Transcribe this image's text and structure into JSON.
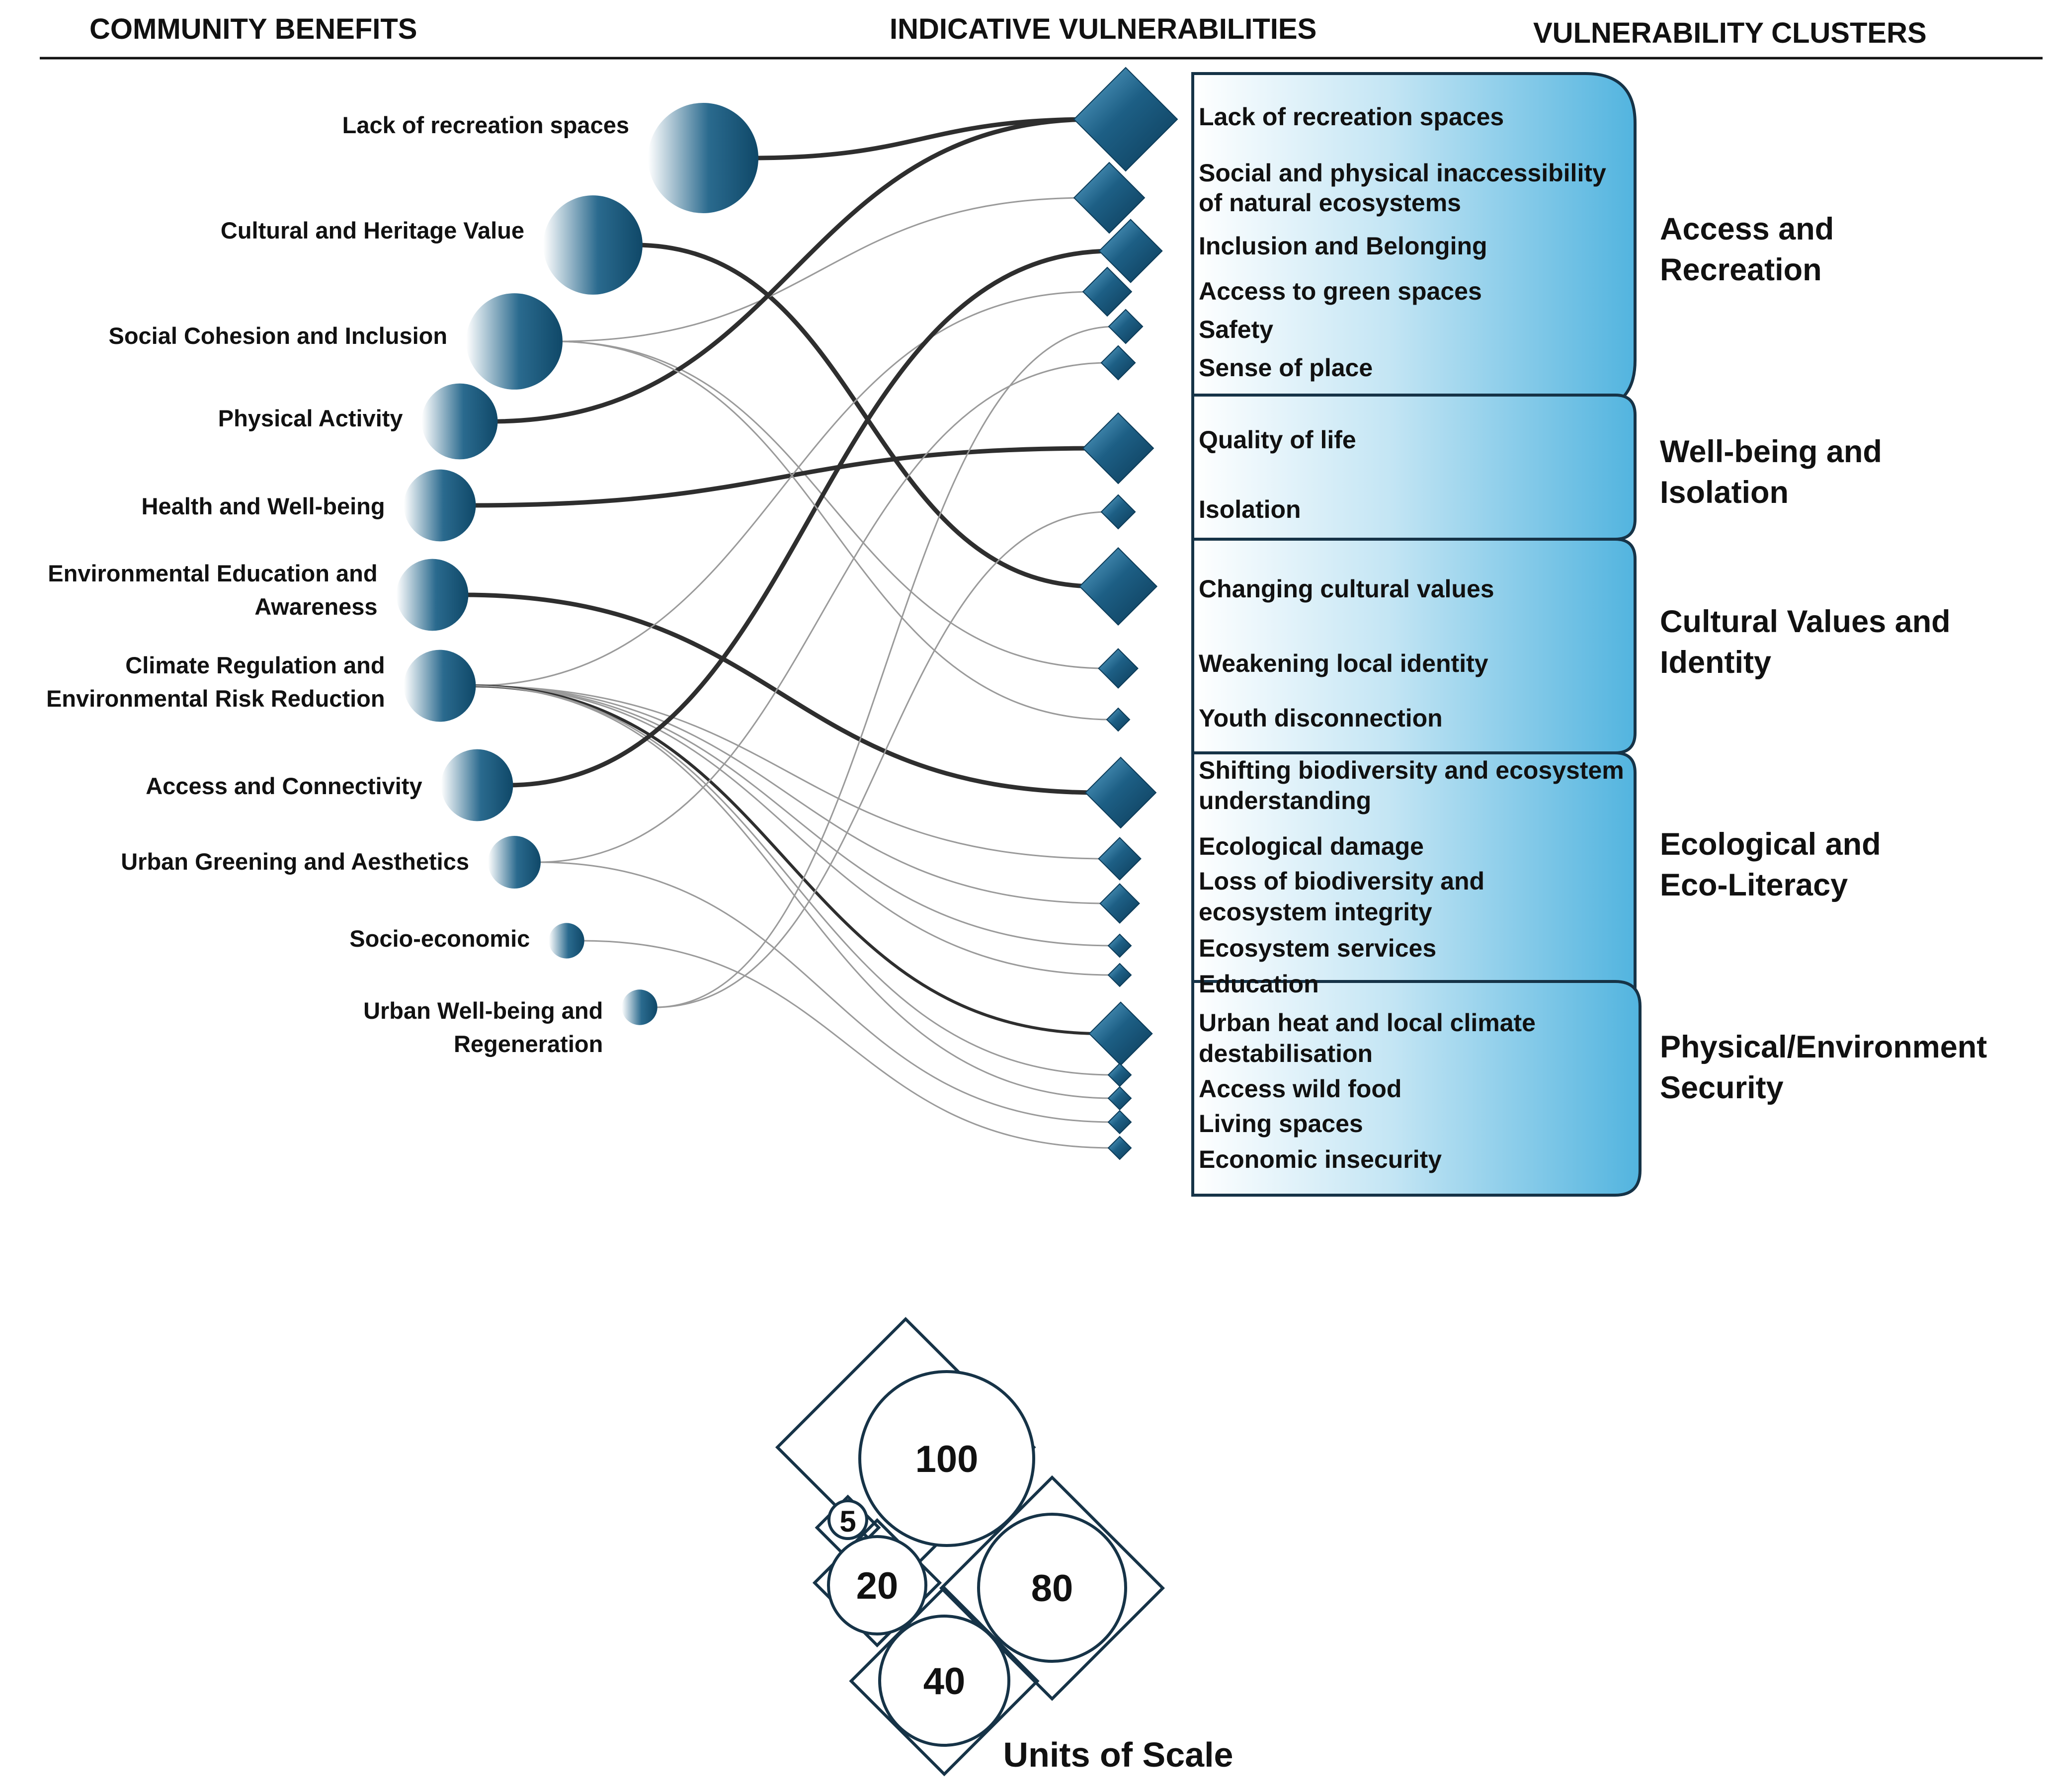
{
  "headers": {
    "benefits": "COMMUNITY BENEFITS",
    "vulnerabilities": "INDICATIVE VULNERABILITIES",
    "clusters": "VULNERABILITY CLUSTERS"
  },
  "benefits": [
    {
      "lines": [
        "Lack of recreation spaces"
      ],
      "size": 100
    },
    {
      "lines": [
        "Cultural and Heritage Value"
      ],
      "size": 80
    },
    {
      "lines": [
        "Social Cohesion and Inclusion"
      ],
      "size": 75
    },
    {
      "lines": [
        "Physical Activity"
      ],
      "size": 45
    },
    {
      "lines": [
        "Health and Well-being"
      ],
      "size": 40
    },
    {
      "lines": [
        "Environmental Education and",
        "Awareness"
      ],
      "size": 40
    },
    {
      "lines": [
        "Climate Regulation and",
        "Environmental Risk Reduction"
      ],
      "size": 40
    },
    {
      "lines": [
        "Access and Connectivity"
      ],
      "size": 40
    },
    {
      "lines": [
        "Urban Greening and Aesthetics"
      ],
      "size": 20
    },
    {
      "lines": [
        "Socio-economic"
      ],
      "size": 8
    },
    {
      "lines": [
        "Urban Well-being and",
        "Regeneration"
      ],
      "size": 8
    }
  ],
  "vulnerabilities": [
    {
      "lines": [
        "Lack of recreation spaces"
      ],
      "size": 100
    },
    {
      "lines": [
        "Social and physical inaccessibility",
        "of natural ecosystems"
      ],
      "size": 40
    },
    {
      "lines": [
        "Inclusion and Belonging"
      ],
      "size": 30
    },
    {
      "lines": [
        "Access to green spaces"
      ],
      "size": 15
    },
    {
      "lines": [
        "Safety"
      ],
      "size": 5
    },
    {
      "lines": [
        "Sense of place"
      ],
      "size": 5
    },
    {
      "lines": [
        "Quality of life"
      ],
      "size": 40
    },
    {
      "lines": [
        "Isolation"
      ],
      "size": 5
    },
    {
      "lines": [
        "Changing cultural values"
      ],
      "size": 50
    },
    {
      "lines": [
        "Weakening local identity"
      ],
      "size": 8
    },
    {
      "lines": [
        "Youth disconnection"
      ],
      "size": 1
    },
    {
      "lines": [
        "Shifting biodiversity and ecosystem",
        "understanding"
      ],
      "size": 40
    },
    {
      "lines": [
        "Ecological damage"
      ],
      "size": 10
    },
    {
      "lines": [
        "Loss of biodiversity and",
        "ecosystem integrity"
      ],
      "size": 8
    },
    {
      "lines": [
        "Ecosystem services"
      ],
      "size": 1
    },
    {
      "lines": [
        "Education"
      ],
      "size": 1
    },
    {
      "lines": [
        "Urban heat and local climate",
        "destabilisation"
      ],
      "size": 30
    },
    {
      "lines": [
        "Access wild food"
      ],
      "size": 1
    },
    {
      "lines": [
        "Living spaces"
      ],
      "size": 1
    },
    {
      "lines": [
        "Economic insecurity"
      ],
      "size": 1
    },
    {
      "lines": [],
      "size": 1
    }
  ],
  "clusters": [
    {
      "lines": [
        "Access and",
        "Recreation"
      ]
    },
    {
      "lines": [
        "Well-being and",
        "Isolation"
      ]
    },
    {
      "lines": [
        "Cultural Values and",
        "Identity"
      ]
    },
    {
      "lines": [
        "Ecological and",
        "Eco-Literacy"
      ]
    },
    {
      "lines": [
        "Physical/Environment",
        "Security"
      ]
    }
  ],
  "links": [
    {
      "from": 0,
      "to": 0,
      "weight": "heavy"
    },
    {
      "from": 1,
      "to": 8,
      "weight": "heavy"
    },
    {
      "from": 2,
      "to": 1,
      "weight": "light"
    },
    {
      "from": 2,
      "to": 9,
      "weight": "light"
    },
    {
      "from": 3,
      "to": 0,
      "weight": "heavy"
    },
    {
      "from": 4,
      "to": 6,
      "weight": "heavy"
    },
    {
      "from": 5,
      "to": 11,
      "weight": "heavy"
    },
    {
      "from": 6,
      "to": 3,
      "weight": "light"
    },
    {
      "from": 6,
      "to": 12,
      "weight": "light"
    },
    {
      "from": 6,
      "to": 13,
      "weight": "light"
    },
    {
      "from": 6,
      "to": 14,
      "weight": "light"
    },
    {
      "from": 6,
      "to": 15,
      "weight": "light"
    },
    {
      "from": 6,
      "to": 16,
      "weight": "medium"
    },
    {
      "from": 6,
      "to": 17,
      "weight": "light"
    },
    {
      "from": 6,
      "to": 18,
      "weight": "light"
    },
    {
      "from": 7,
      "to": 2,
      "weight": "heavy"
    },
    {
      "from": 8,
      "to": 5,
      "weight": "light"
    },
    {
      "from": 8,
      "to": 19,
      "weight": "light"
    },
    {
      "from": 9,
      "to": 20,
      "weight": "light"
    },
    {
      "from": 10,
      "to": 4,
      "weight": "light"
    },
    {
      "from": 10,
      "to": 7,
      "weight": "light"
    },
    {
      "from": 2,
      "to": 10,
      "weight": "light"
    }
  ],
  "scale": {
    "title": "Units of Scale",
    "values": [
      "100",
      "5",
      "20",
      "80",
      "40"
    ]
  },
  "colors": {
    "node_dark": "#0f4868",
    "node_light": "#ffffff",
    "cluster_light": "#ffffff",
    "cluster_dark": "#52b4df",
    "cluster_border": "#163347",
    "link_dark": "#2e2e2e",
    "link_light": "#9a9a9a"
  }
}
